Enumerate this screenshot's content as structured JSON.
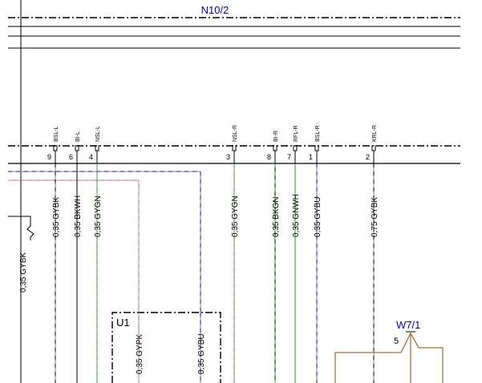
{
  "title": "N10/2",
  "connectors": [
    {
      "pin_label": "BSL-L",
      "pin_number": "9",
      "wire_label": "0,35 GYBK",
      "color_a": "#808080",
      "color_b": "#000000"
    },
    {
      "pin_label": "BI-L",
      "pin_number": "6",
      "wire_label": "0,35 BKWH",
      "color_a": "#000000",
      "color_b": "#ffffff"
    },
    {
      "pin_label": "NSL-L",
      "pin_number": "4",
      "wire_label": "0,35 GYGN",
      "color_a": "#808080",
      "color_b": "#00c000"
    },
    {
      "pin_label": "NSL-R",
      "pin_number": "3",
      "wire_label": "0,35 GYGN",
      "color_a": "#808080",
      "color_b": "#00c000"
    },
    {
      "pin_label": "BI-R",
      "pin_number": "8",
      "wire_label": "0,35 BKGN",
      "color_a": "#000000",
      "color_b": "#00c000"
    },
    {
      "pin_label": "RFL-R",
      "pin_number": "7",
      "wire_label": "0,35 GNWH",
      "color_a": "#00c000",
      "color_b": "#ffffff"
    },
    {
      "pin_label": "BSL-R",
      "pin_number": "1",
      "wire_label": "0,35 GYBU",
      "color_a": "#808080",
      "color_b": "#0000ff"
    },
    {
      "pin_label": "KRL-R",
      "pin_number": "2",
      "wire_label": "0,75 GYBK",
      "color_a": "#808080",
      "color_b": "#000000"
    }
  ],
  "side_wire_label": "0,35 GYBK",
  "u1": {
    "label": "U1",
    "wires": [
      {
        "wire_label": "0,35 GYPK",
        "color_a": "#808080",
        "color_b": "#ff69b4"
      },
      {
        "wire_label": "0,35 GYBU",
        "color_a": "#808080",
        "color_b": "#0000ff"
      }
    ]
  },
  "w7_1": {
    "label": "W7/1",
    "pin_number": "5"
  },
  "colors": {
    "title": "#0000cc",
    "ground": "#b07030",
    "line": "#000000"
  }
}
